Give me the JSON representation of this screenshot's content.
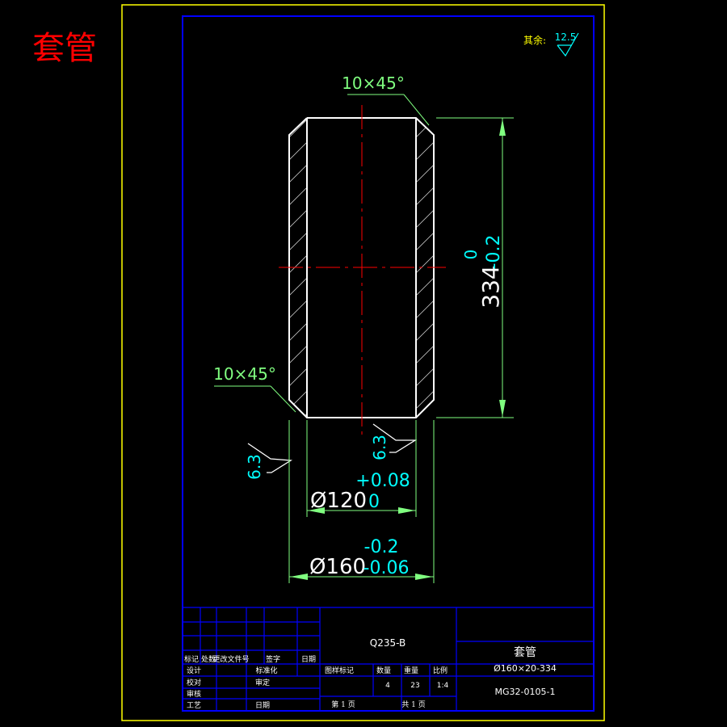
{
  "header_title": "套管",
  "roughness_note": {
    "label": "其余:",
    "value": "12.5"
  },
  "chamfer_top": "10×45°",
  "chamfer_bottom": "10×45°",
  "length_dim": {
    "nominal": "334",
    "upper_tol": "0",
    "lower_tol": "-0.2"
  },
  "roughness_left": "6.3",
  "roughness_inner": "6.3",
  "inner_dia_dim": {
    "nominal": "Ø120",
    "upper_tol": "+0.08",
    "lower_tol": "0"
  },
  "outer_dia_dim": {
    "nominal": "Ø160",
    "upper_tol": "-0.2",
    "lower_tol": "-0.06"
  },
  "title_block": {
    "material": "Q235-B",
    "part_name": "套管",
    "spec": "Ø160×20-334",
    "drawing_no": "MG32-0105-1",
    "revision_headers": [
      "标记",
      "处数",
      "更改文件号",
      "签字",
      "日期"
    ],
    "role_labels": {
      "design": "设计",
      "standardization": "标准化",
      "check": "校对",
      "approve": "审定",
      "review": "审核",
      "process": "工艺",
      "date": "日期"
    },
    "stage_label": "图样标记",
    "qty_label": "数量",
    "weight_label": "重量",
    "scale_label": "比例",
    "qty_value": "4",
    "weight_value": "23",
    "scale_value": "1:4",
    "sheet_label": "第 1 页",
    "total_label": "共 1 页"
  },
  "colors": {
    "outer_border": "#ffff00",
    "inner_border": "#0000ff",
    "part_outline": "#ffffff",
    "centerline": "#ff0000",
    "dimension": "#00ffff",
    "leader": "#80ff80",
    "hatch": "#c8c8c8"
  }
}
